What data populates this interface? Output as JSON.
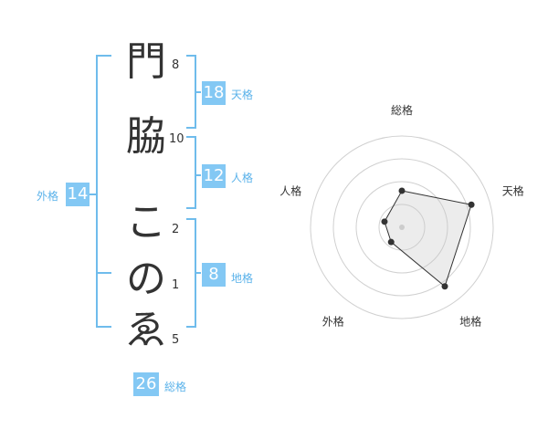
{
  "name": {
    "chars": [
      {
        "char": "門",
        "strokes": "8"
      },
      {
        "char": "脇",
        "strokes": "10"
      },
      {
        "char": "こ",
        "strokes": "2"
      },
      {
        "char": "の",
        "strokes": "1"
      },
      {
        "char": "ゑ",
        "strokes": "5"
      }
    ]
  },
  "fortune": {
    "tenkaku": {
      "value": "18",
      "label": "天格"
    },
    "jinkaku": {
      "value": "12",
      "label": "人格"
    },
    "chikaku": {
      "value": "8",
      "label": "地格"
    },
    "gaikaku": {
      "value": "14",
      "label": "外格"
    },
    "soukaku": {
      "value": "26",
      "label": "総格"
    }
  },
  "colors": {
    "accent": "#83c8f4",
    "bracket": "#6fbcec",
    "text": "#333333"
  },
  "chart_data": {
    "type": "radar",
    "axes": [
      "総格",
      "天格",
      "地格",
      "外格",
      "人格"
    ],
    "values": [
      2,
      4,
      4,
      1,
      1
    ],
    "rmax": 5,
    "rings": 4
  }
}
